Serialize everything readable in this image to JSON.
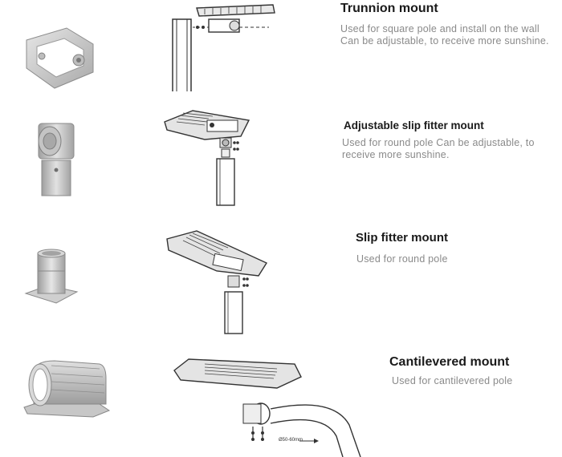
{
  "mounts": [
    {
      "title": "Trunnion mount",
      "description": "Used for square pole and install on the wall Can be adjustable, to receive more sunshine.",
      "photo_icon": "trunnion-bracket-icon",
      "drawing_icon": "trunnion-install-diagram-icon"
    },
    {
      "title": "Adjustable slip fitter mount",
      "description": "Used for round pole Can be adjustable, to receive more sunshine.",
      "photo_icon": "adjustable-slip-fitter-icon",
      "drawing_icon": "adjustable-slip-fitter-install-diagram-icon"
    },
    {
      "title": "Slip fitter mount",
      "description": "Used for round pole",
      "photo_icon": "slip-fitter-icon",
      "drawing_icon": "slip-fitter-install-diagram-icon"
    },
    {
      "title": "Cantilevered mount",
      "description": "Used for cantilevered pole",
      "photo_icon": "cantilever-clamp-icon",
      "drawing_icon": "cantilever-install-diagram-icon"
    }
  ],
  "diagram_labels": {
    "pole_diameter": "Ø50-60mm"
  }
}
